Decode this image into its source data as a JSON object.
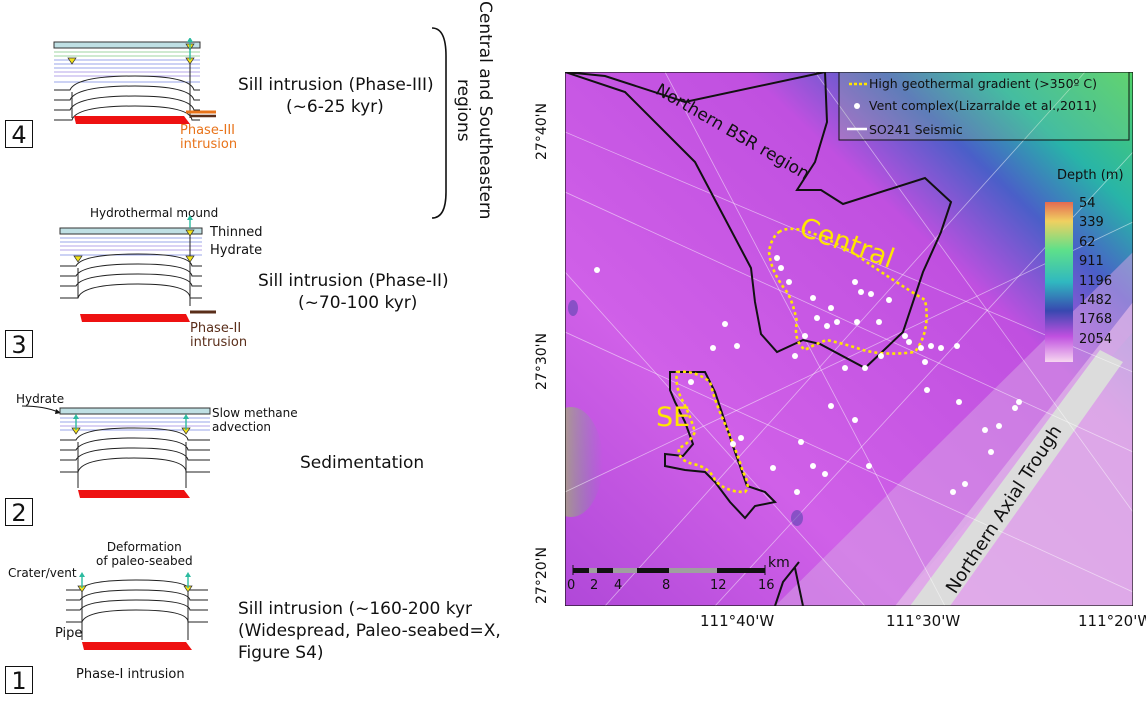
{
  "colors": {
    "sill": "#ee1111",
    "phase3": "#e8731a",
    "phase2": "#5a2e1a",
    "hydrate": "#bfe0e4",
    "highlight": "#ffe600",
    "vent": "#ffffff",
    "seismic": "#ffffff"
  },
  "region_label": "Central and Southeastern regions",
  "stages": [
    {
      "number": "4",
      "caption_line1": "Sill intrusion (Phase-III)",
      "caption_line2": "(~6-25 kyr)",
      "intrusion_label_line1": "Phase-III",
      "intrusion_label_line2": "intrusion"
    },
    {
      "number": "3",
      "caption_line1": "Sill intrusion (Phase-II)",
      "caption_line2": "(~70-100 kyr)",
      "mound_label": "Hydrothermal mound",
      "thinned_label": "Thinned",
      "hydrate_label": "Hydrate",
      "intrusion_label_line1": "Phase-II",
      "intrusion_label_line2": "intrusion"
    },
    {
      "number": "2",
      "caption": "Sedimentation",
      "hydrate_label": "Hydrate",
      "advection_line1": "Slow methane",
      "advection_line2": "advection"
    },
    {
      "number": "1",
      "caption_line1": "Sill intrusion (~160-200 kyr",
      "caption_line2": "(Widespread, Paleo-seabed=X,",
      "caption_line3": "Figure S4)",
      "deformation_line1": "Deformation",
      "deformation_line2": "of paleo-seabed",
      "crater_label": "Crater/vent",
      "pipe_label": "Pipe",
      "intrusion_label": "Phase-I intrusion"
    }
  ],
  "map": {
    "legend": {
      "geothermal": "High geothermal gradient (>350º C)",
      "vent": "Vent complex(Lizarralde et al.,2011)",
      "seismic": "SO241 Seismic"
    },
    "depth_title": "Depth (m)",
    "depth_ticks": [
      "54",
      "339",
      "62",
      "911",
      "1196",
      "1482",
      "1768",
      "2054"
    ],
    "lat_ticks": [
      "27°40'N",
      "27°30'N",
      "27°20'N"
    ],
    "lon_ticks": [
      "111°40'W",
      "111°30'W",
      "111°20'W"
    ],
    "labels": {
      "bsr": "Northern BSR region",
      "central": "Central",
      "se": "SE",
      "trough": "Northern Axial Trough"
    },
    "scale": {
      "unit": "km",
      "ticks": [
        "0",
        "2",
        "4",
        "8",
        "12",
        "16"
      ]
    }
  }
}
